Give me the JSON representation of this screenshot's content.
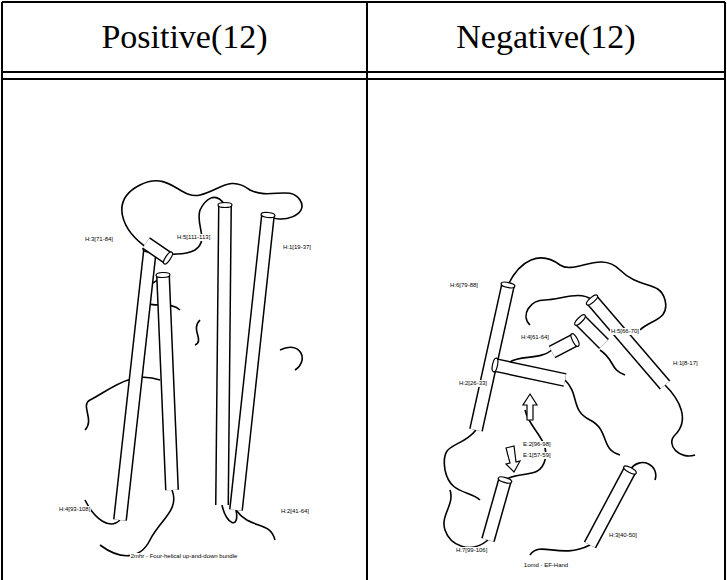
{
  "diagram": {
    "nodes": [
      {
        "text": [
          "Positive(12)"
        ]
      },
      {
        "text": [
          "Negative(12)"
        ]
      }
    ],
    "labels": [
      "H:3[71-84]",
      "H:5[111-113]",
      "H:1[19-37]",
      "H:4[93-108]",
      "H:2[41-64]",
      "2mhr - Four-helical up-and-down bundle",
      "H:6[79-88]",
      "H:4[61-64]",
      "H:5[66-70]",
      "H:1[8-17]",
      "H:2[26-33]",
      "E:2[96-98]",
      "E:1[57-59]",
      "H:7[99-106]",
      "H:3[40-50]",
      "1omd - EF-Hand"
    ]
  }
}
